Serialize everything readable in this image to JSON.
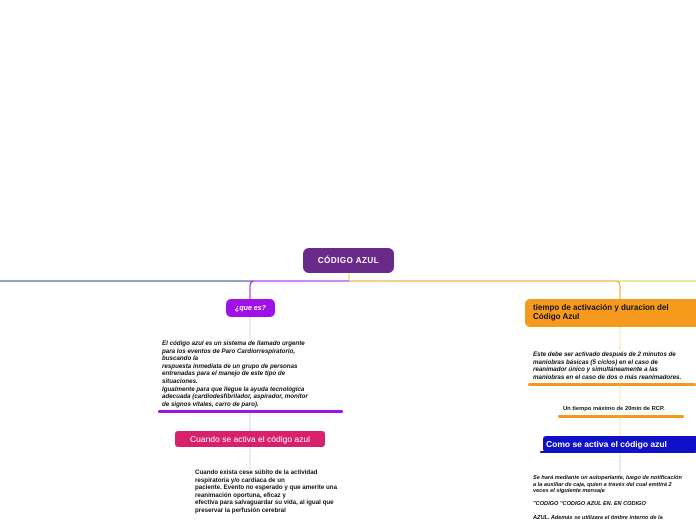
{
  "root": {
    "title": "CÓDIGO AZUL"
  },
  "que_es": {
    "label": "¿que es?",
    "text": "El código azul es un sistema de llamado urgente\npara los eventos de Paro Cardiorrespiratorio,\nbuscando la\nrespuesta inmediata de un grupo de personas\nentrenadas para el manejo de este tipo de\nsituaciones.\nIgualmente para que llegue la ayuda tecnológica\nadecuada (cardiodesfibrilador, aspirador, monitor\nde signos vitales, carro de paro)."
  },
  "cuando": {
    "label": "Cuando se activa el código azul",
    "text": "Cuando exista cese súbito de la actividad\nrespiratoria y/o cardiaca de un\npaciente. Evento no esperado y que amerite una\nreanimación oportuna, eficaz y\nefectiva para salvaguardar su vida, al igual que\npreservar la perfusión cerebral"
  },
  "tiempo": {
    "label": "tiempo de activación y duracion del\nCódigo Azul",
    "text": "Este debe ser activado después de 2 minutos de\nmaniobras básicas (5 ciclos) en el caso de\nreanimador único y simultáneamente a las\nmaniobras en el caso de dos o más reanimadores.",
    "max_text": "Un tiempo máximo de 20min de RCP."
  },
  "como": {
    "label": "Como se activa el código azul",
    "text": "Se hará mediante un autoparlante, luego de notificación\na la auxiliar de caja, quien a través del cual emitirá 2\nveces el siguiente mensaje\n\n\"CODIGO \"CODIGO AZUL EN. EN CODIGO\n\nAZUL. Además se utilizara el timbre interno de la"
  },
  "colors": {
    "root": "#6a2a8a",
    "que_es": "#a010e8",
    "cuando": "#d8206c",
    "tiempo": "#f59a1c",
    "como": "#1010c8",
    "left_line": "#1a4a9a",
    "right_line": "#b8e040"
  }
}
